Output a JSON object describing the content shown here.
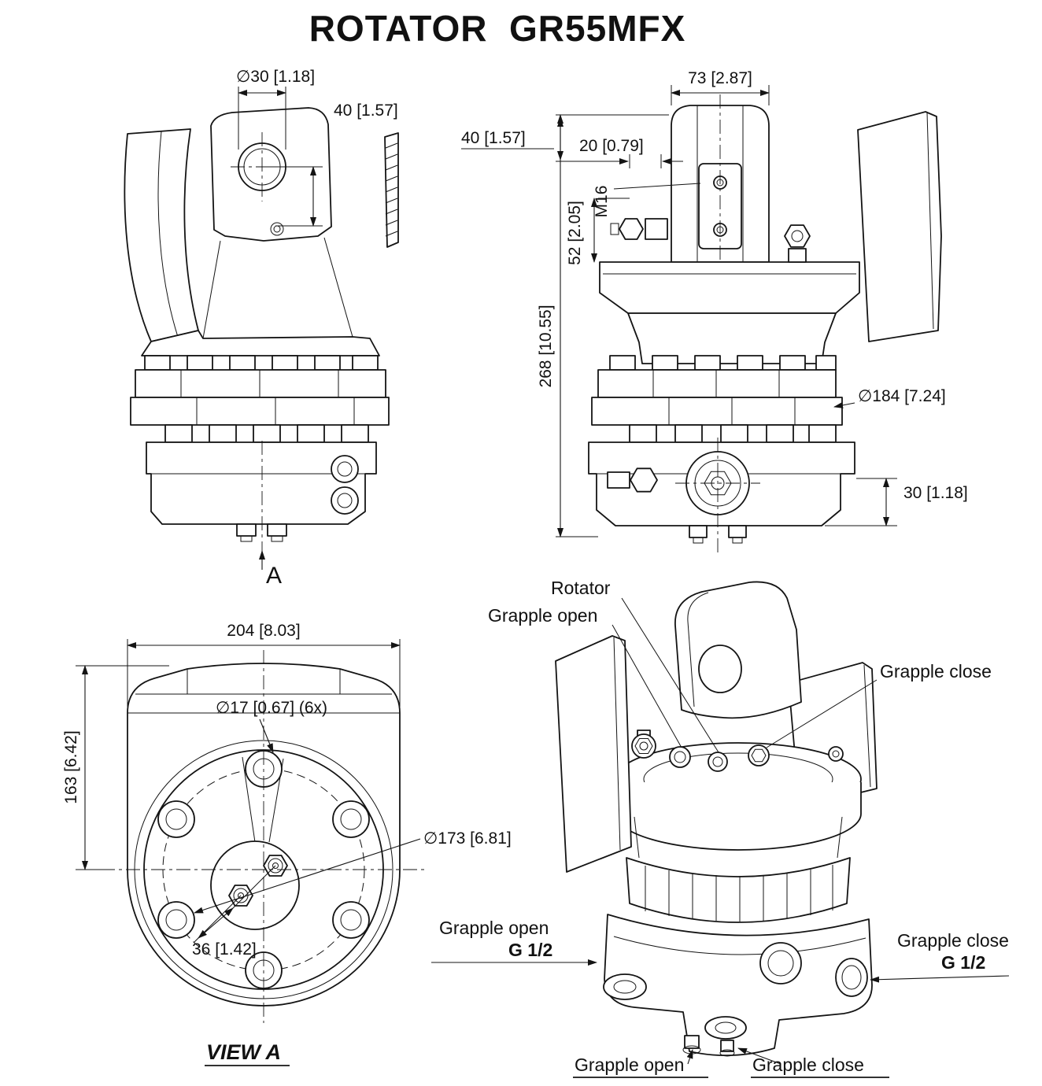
{
  "title": "ROTATOR  GR55MFX",
  "views": {
    "side": {
      "dims": {
        "pin_hole_dia": "∅30 [1.18]",
        "pin_offset": "40 [1.57]"
      },
      "section_arrow": "A"
    },
    "front": {
      "dims": {
        "clevis_width": "73 [2.87]",
        "top_to_plate": "40 [1.57]",
        "plate_offset": "20 [0.79]",
        "thread": "M16",
        "thread_spacing": "52 [2.05]",
        "overall_height": "268 [10.55]",
        "collar_dia": "∅184 [7.24]",
        "base_height": "30 [1.18]"
      }
    },
    "bottom": {
      "dims": {
        "overall_width": "204 [8.03]",
        "bolt_hole_dia": "∅17 [0.67] (6x)",
        "overall_height": "163 [6.42]",
        "bolt_circle_dia": "∅173 [6.81]",
        "port_spacing": "36 [1.42]"
      },
      "view_label": "VIEW A"
    },
    "iso": {
      "callouts": {
        "rotator": "Rotator",
        "grapple_open_top": "Grapple open",
        "grapple_close_top": "Grapple close",
        "grapple_open_port": "Grapple open",
        "grapple_open_port_thread": "G 1/2",
        "grapple_close_port": "Grapple close",
        "grapple_close_port_thread": "G 1/2",
        "grapple_open_bottom": "Grapple open",
        "grapple_close_bottom": "Grapple close"
      }
    }
  }
}
